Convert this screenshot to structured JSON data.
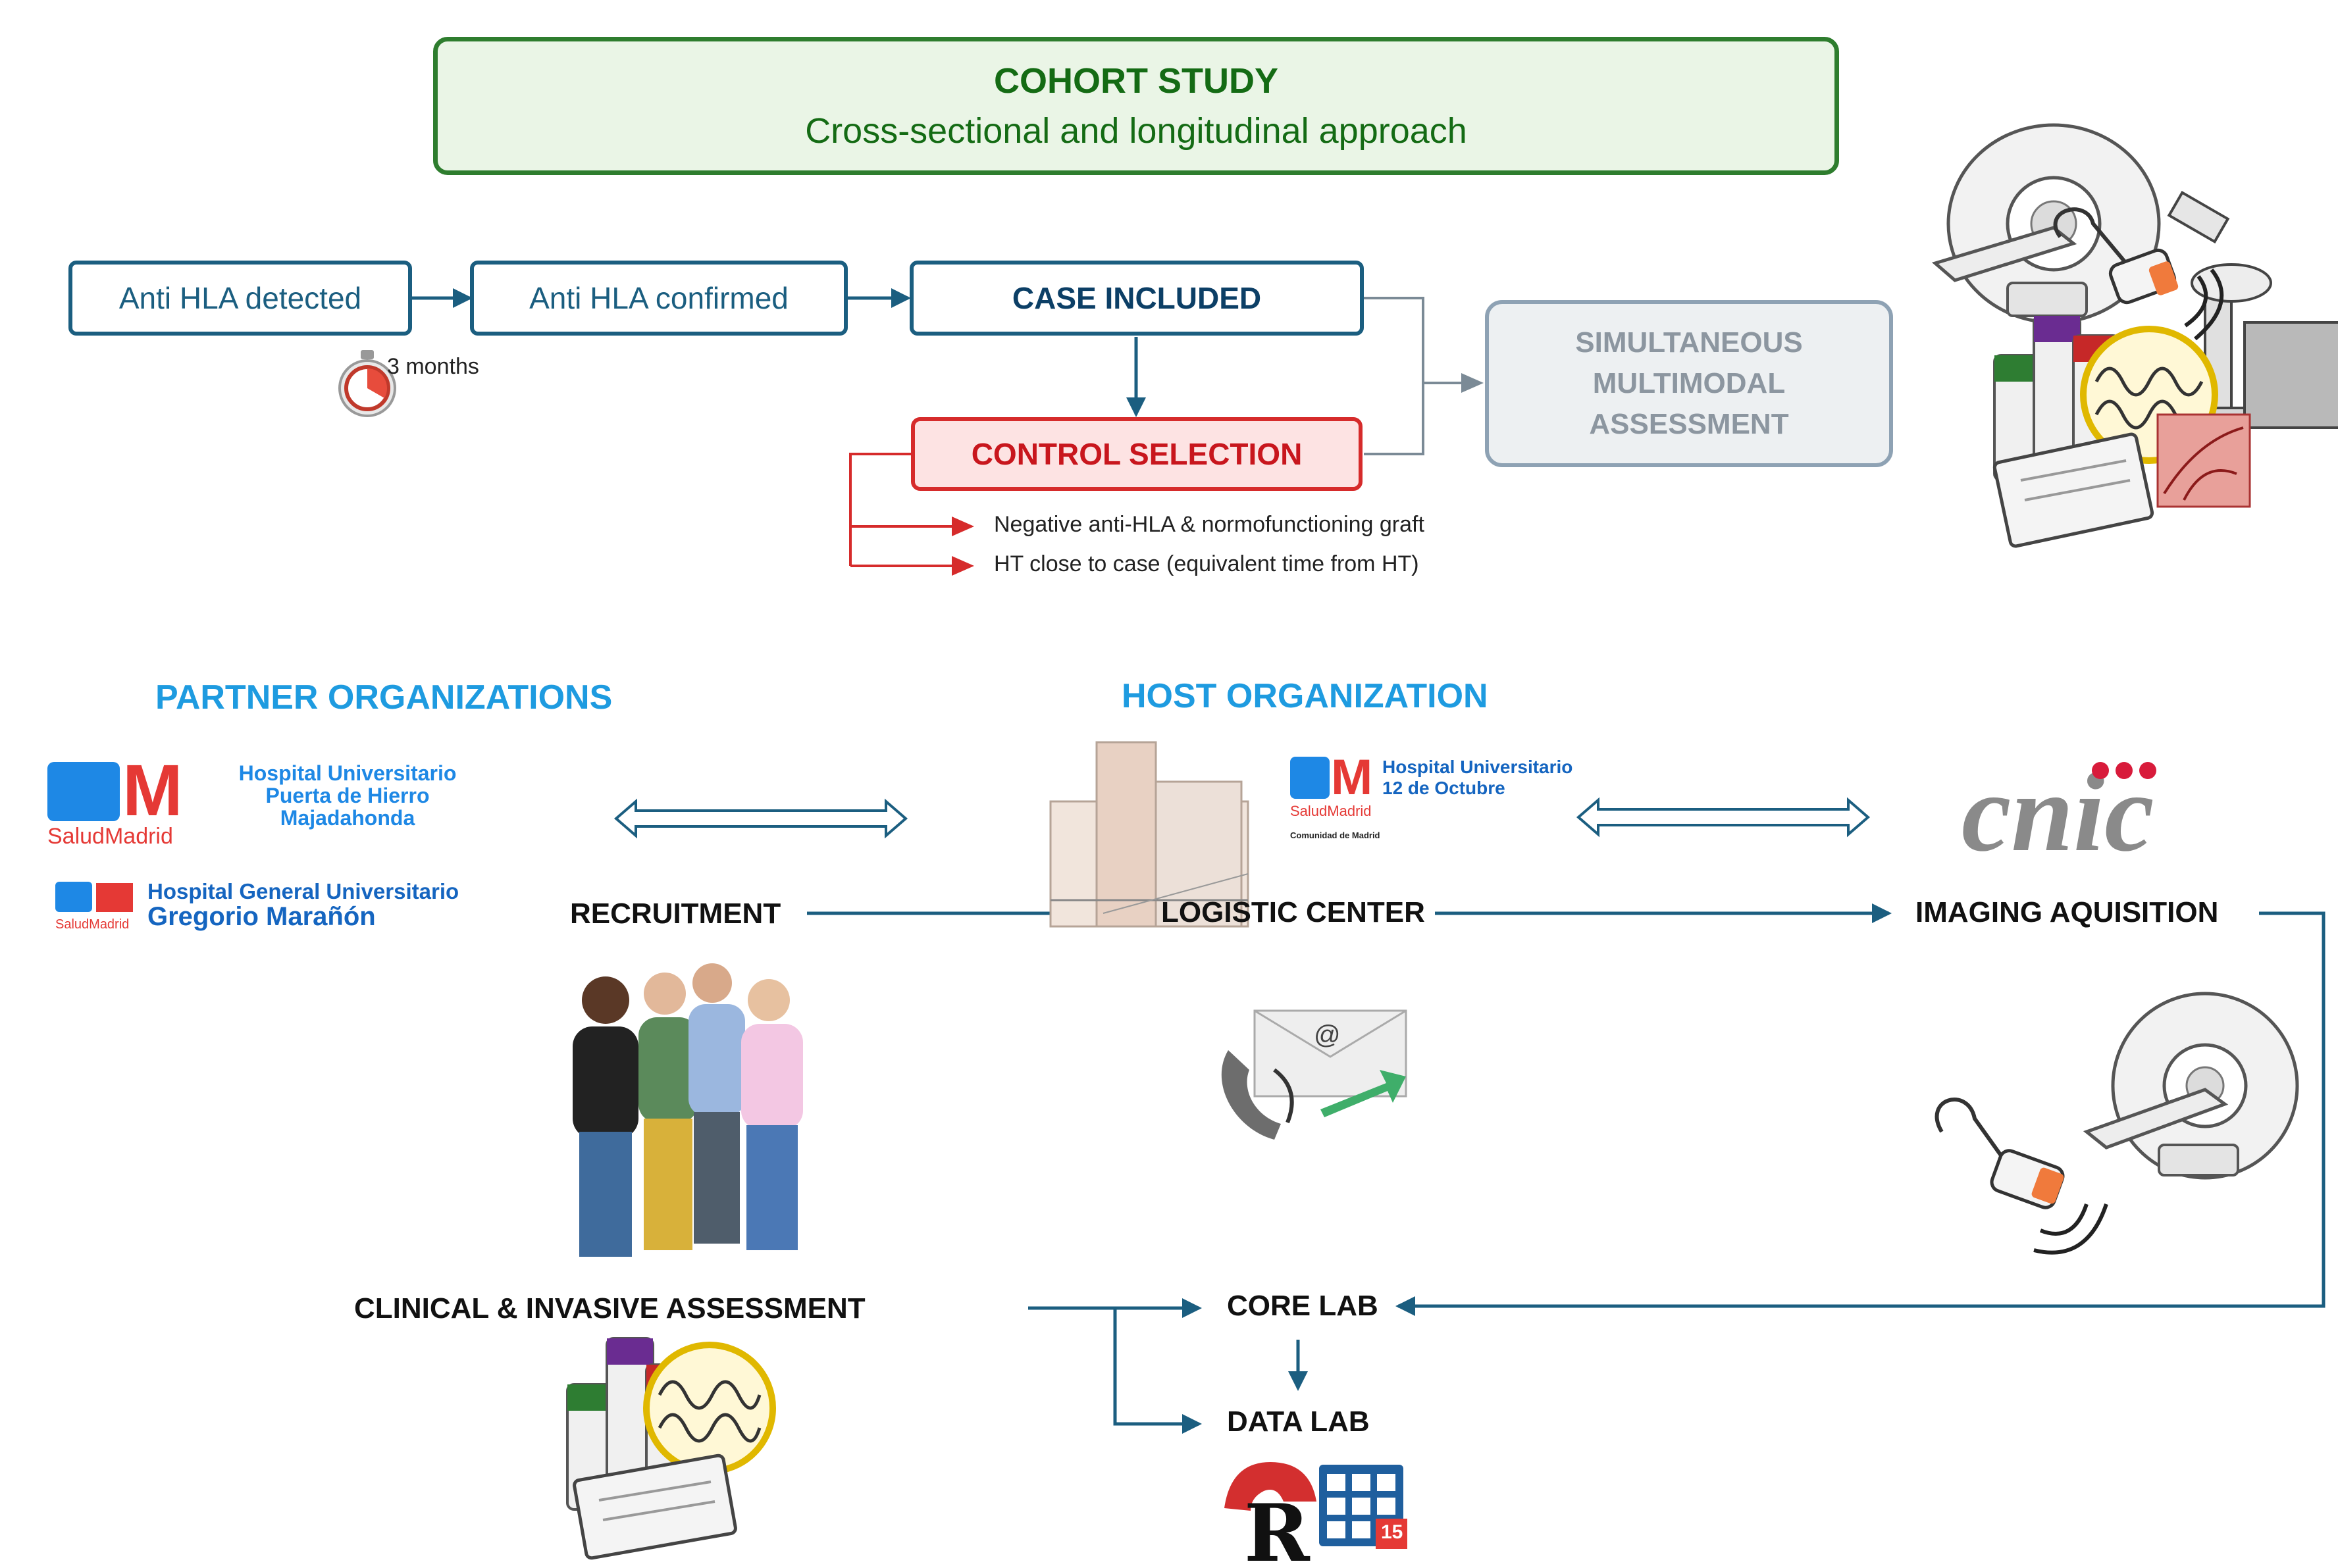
{
  "cohort": {
    "title": "COHORT STUDY",
    "subtitle": "Cross-sectional and longitudinal approach"
  },
  "flow": {
    "step1": "Anti HLA detected",
    "step2": "Anti HLA confirmed",
    "step3": "CASE INCLUDED",
    "interval": "3 months",
    "control": "CONTROL SELECTION",
    "criteria": [
      "Negative anti-HLA & normofunctioning graft",
      "HT close to case (equivalent time from HT)"
    ],
    "assessment": [
      "SIMULTANEOUS",
      "MULTIMODAL",
      "ASSESSMENT"
    ]
  },
  "orgs": {
    "partner_heading": "PARTNER ORGANIZATIONS",
    "host_heading": "HOST ORGANIZATION",
    "partner1": [
      "Hospital Universitario",
      "Puerta de Hierro",
      "Majadahonda"
    ],
    "partner1_brand": "SaludMadrid",
    "partner2": [
      "Hospital General Universitario",
      "Gregorio Marañón"
    ],
    "partner2_brand": "SaludMadrid",
    "host": [
      "Hospital Universitario",
      "12 de Octubre"
    ],
    "host_brand": "SaludMadrid",
    "host_sub": "Comunidad de Madrid",
    "cnic": "cnic"
  },
  "stages": {
    "recruitment": "RECRUITMENT",
    "logistic": "LOGISTIC CENTER",
    "imaging": "IMAGING AQUISITION",
    "clinical": "CLINICAL & INVASIVE ASSESSMENT",
    "core_lab": "CORE LAB",
    "data_lab": "DATA LAB"
  },
  "icons": {
    "stopwatch": "stopwatch-icon",
    "mri": "mri-scanner-icon",
    "ultrasound": "ultrasound-probe-icon",
    "microscope": "microscope-icon",
    "blood_tubes": "blood-tubes-icon",
    "ecg": "ecg-wave-icon",
    "clipboard": "clipboard-icon",
    "people": "patients-group-icon",
    "building": "hospital-building-icon",
    "contact": "phone-email-icon",
    "r_logo": "r-software-icon",
    "spss_logo": "spss-calendar-icon"
  },
  "colors": {
    "navy": "#1b5e80",
    "green": "#2e7d2e",
    "red": "#d62b2b",
    "blue_heading": "#1e9be0",
    "grey": "#8ea2b4"
  },
  "badge_number": "15"
}
